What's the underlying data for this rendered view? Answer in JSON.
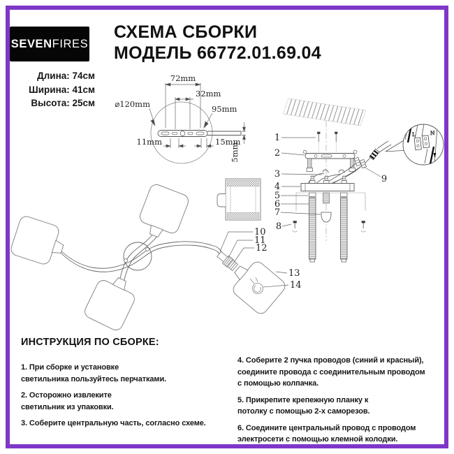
{
  "colors": {
    "accent_border": "#7e37c8",
    "logo_bg": "#060606",
    "ink": "#121212",
    "drawing_line": "#555555"
  },
  "header": {
    "logo_bold": "SEVEN",
    "logo_light": "FIRES",
    "title_line1": "СХЕМА СБОРКИ",
    "title_line2": "МОДЕЛЬ 66772.01.69.04"
  },
  "specs": {
    "length": "Длина: 74см",
    "width": "Ширина: 41см",
    "height": "Высота: 25см"
  },
  "dimensions": {
    "w72": "72mm",
    "w32": "32mm",
    "w95": "95mm",
    "d120": "⌀120mm",
    "w11": "11mm",
    "w15": "15mm",
    "h5": "5mm"
  },
  "mount": {
    "parts": [
      "1",
      "2",
      "3",
      "4",
      "5",
      "6",
      "7",
      "8",
      "9"
    ],
    "terminal_l": "L",
    "terminal_n": "N"
  },
  "lamp": {
    "parts": [
      "10",
      "11",
      "12",
      "13",
      "14"
    ]
  },
  "instructions": {
    "title": "ИНСТРУКЦИЯ ПО СБОРКЕ:",
    "steps_left": [
      "1. При сборке и установке\nсветильника пользуйтесь перчатками.",
      "2. Осторожно извлеките\nсветильник из упаковки.",
      "3. Соберите центральную часть, согласно схеме."
    ],
    "steps_right": [
      "4. Соберите 2 пучка проводов (синий и красный),\nсоедините провода с соединительным проводом\nс помощью колпачка.",
      "5. Прикрепите крепежную планку к\nпотолку с помощью 2-х саморезов.",
      "6. Соедините центральный провод с проводом\nэлектросети с помощью клемной колодки."
    ]
  }
}
